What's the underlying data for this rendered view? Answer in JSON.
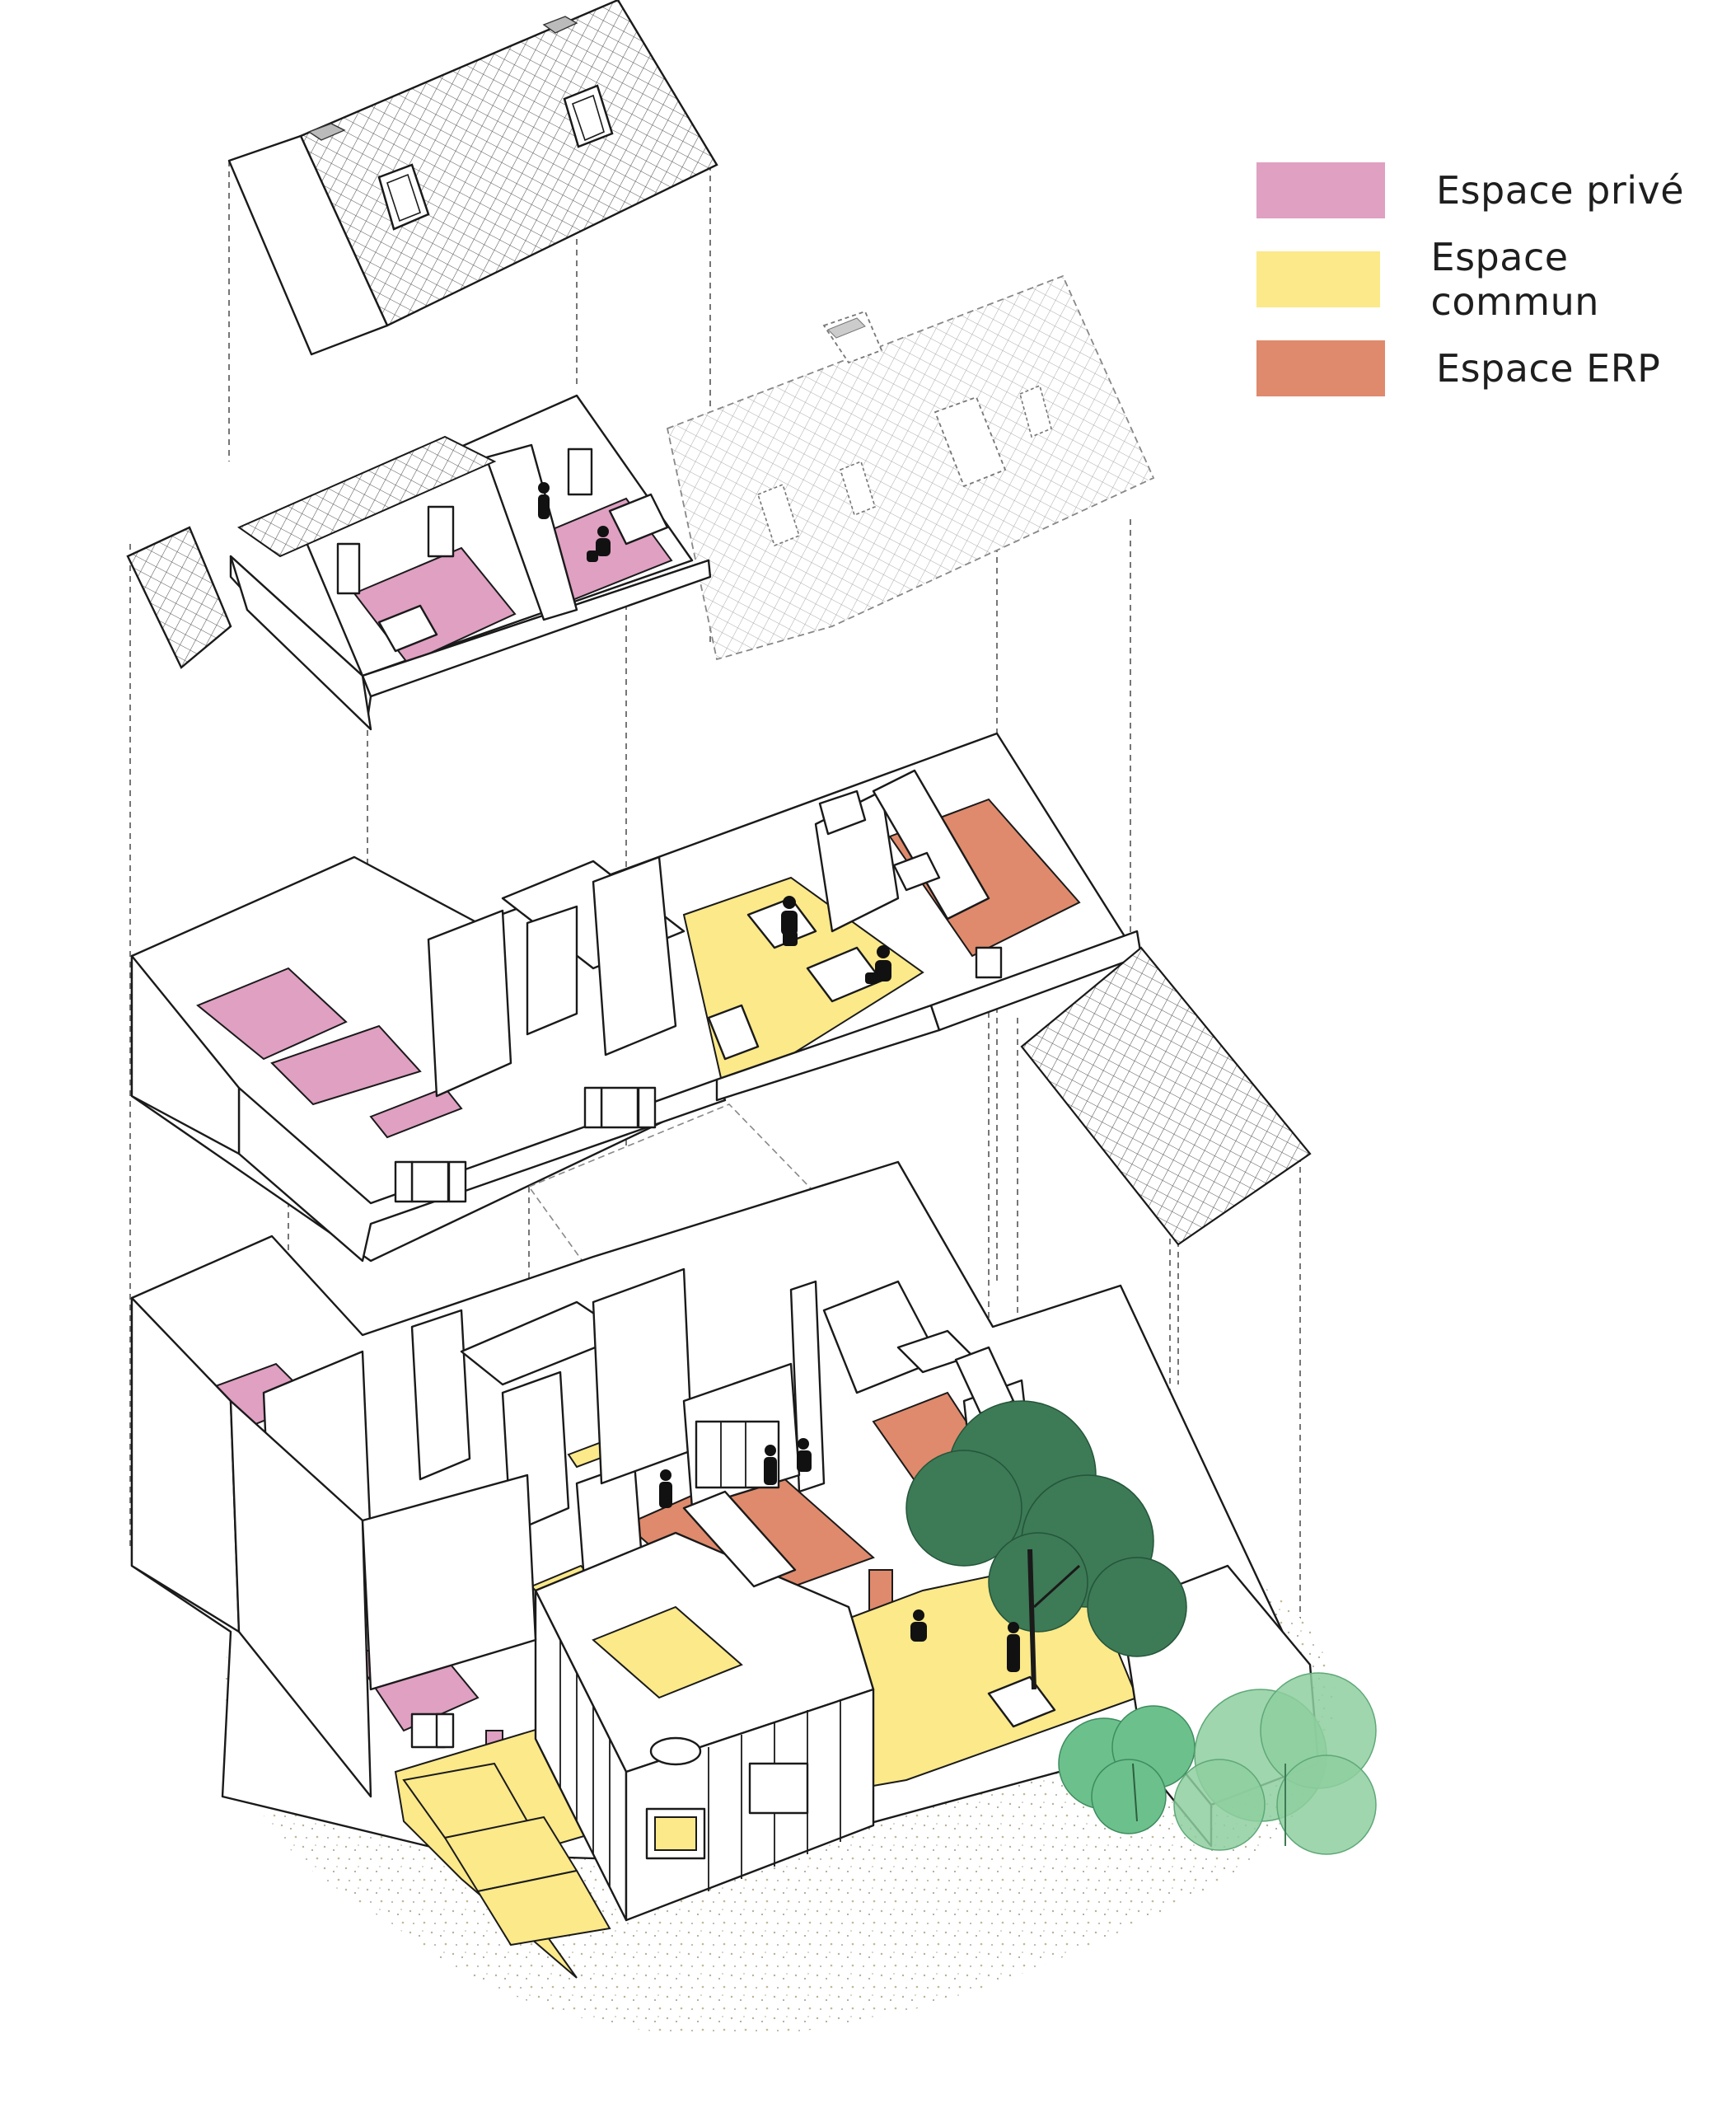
{
  "legend": {
    "items": [
      {
        "label": "Espace privé",
        "color": "#dfa0c2"
      },
      {
        "label": "Espace commun",
        "color": "#fbe98a"
      },
      {
        "label": "Espace ERP",
        "color": "#df8a6c"
      }
    ]
  },
  "colors": {
    "prive": "#dfa0c2",
    "commun": "#fbe98a",
    "erp": "#df8a6c",
    "tree_dark": "#3d7a56",
    "tree_light": "#6cc08c",
    "tree_pale": "#8ecf9f",
    "ground": "#c9c0a8",
    "line": "#1a1a1a"
  }
}
